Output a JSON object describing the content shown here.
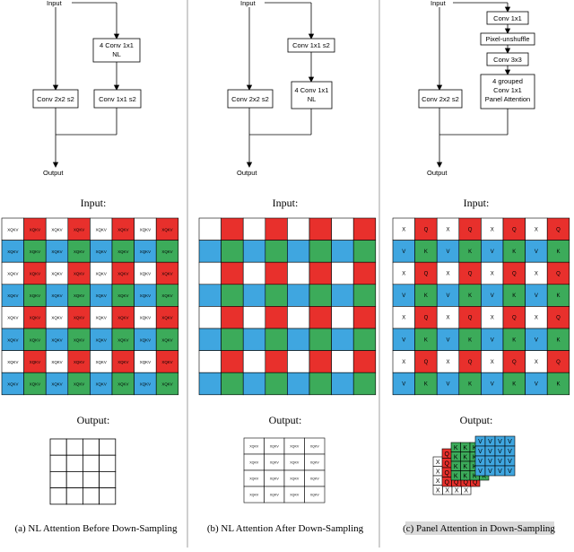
{
  "colors": {
    "red": "#e8302c",
    "green": "#3cab5a",
    "blue": "#3fa6e0",
    "white": "#ffffff",
    "caption_highlight": "#d9d9d9"
  },
  "panel_a": {
    "diagram": {
      "input": "Input",
      "nl_box": "4 Conv 1x1\nNL",
      "conv2x2": "Conv 2x2 s2",
      "conv1x1": "Conv 1x1 s2",
      "output": "Output"
    },
    "input_heading": "Input:",
    "output_heading": "Output:",
    "cell_labels": {
      "red": "XQKV",
      "green": "XQKV",
      "blue": "XQKV",
      "white": "XQKV"
    },
    "caption": "(a) NL Attention Before Down-Sampling"
  },
  "panel_b": {
    "diagram": {
      "input": "Input",
      "conv1x1": "Conv 1x1 s2",
      "conv2x2": "Conv 2x2 s2",
      "nl_box": "4 Conv 1x1\nNL",
      "output": "Output"
    },
    "input_heading": "Input:",
    "output_heading": "Output:",
    "output_cell_label": "XQKV",
    "caption": "(b) NL Attention After Down-Sampling"
  },
  "panel_c": {
    "diagram": {
      "input": "Input",
      "conv1x1": "Conv 1x1",
      "unshuffle": "Pixel-unshuffle",
      "conv3x3": "Conv 3x3",
      "conv2x2": "Conv 2x2 s2",
      "pa_box": "4 grouped\nConv 1x1\nPanel Attention",
      "output": "Output"
    },
    "input_heading": "Input:",
    "output_heading": "Output:",
    "cell_labels": {
      "white": "X",
      "red": "Q",
      "green": "K",
      "blue": "V"
    },
    "caption": "(c) Panel Attention in Down-Sampling"
  },
  "grid_pattern": [
    [
      "white",
      "red",
      "white",
      "red",
      "white",
      "red",
      "white",
      "red"
    ],
    [
      "blue",
      "green",
      "blue",
      "green",
      "blue",
      "green",
      "blue",
      "green"
    ],
    [
      "white",
      "red",
      "white",
      "red",
      "white",
      "red",
      "white",
      "red"
    ],
    [
      "blue",
      "green",
      "blue",
      "green",
      "blue",
      "green",
      "blue",
      "green"
    ],
    [
      "white",
      "red",
      "white",
      "red",
      "white",
      "red",
      "white",
      "red"
    ],
    [
      "blue",
      "green",
      "blue",
      "green",
      "blue",
      "green",
      "blue",
      "green"
    ],
    [
      "white",
      "red",
      "white",
      "red",
      "white",
      "red",
      "white",
      "red"
    ],
    [
      "blue",
      "green",
      "blue",
      "green",
      "blue",
      "green",
      "blue",
      "green"
    ]
  ]
}
